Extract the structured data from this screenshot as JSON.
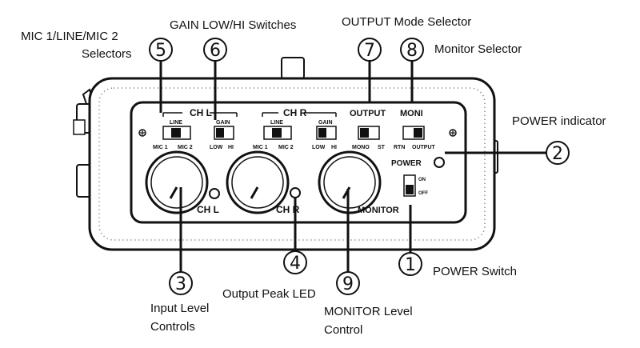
{
  "callouts": {
    "c1": {
      "number": "1",
      "label": "POWER Switch"
    },
    "c2": {
      "number": "2",
      "label": "POWER indicator"
    },
    "c3": {
      "number": "3",
      "label_line1": "Input Level",
      "label_line2": "Controls"
    },
    "c4": {
      "number": "4",
      "label": "Output Peak LED"
    },
    "c5": {
      "number": "5",
      "label_line1": "MIC 1/LINE/MIC 2",
      "label_line2": "Selectors"
    },
    "c6": {
      "number": "6",
      "label": "GAIN LOW/HI Switches"
    },
    "c7": {
      "number": "7",
      "label": "OUTPUT Mode Selector"
    },
    "c8": {
      "number": "8",
      "label": "Monitor Selector"
    },
    "c9": {
      "number": "9",
      "label_line1": "MONITOR Level",
      "label_line2": "Control"
    }
  },
  "panel": {
    "ch_l": "CH L",
    "ch_r": "CH R",
    "output": "OUTPUT",
    "moni": "MONI",
    "line": "LINE",
    "gain": "GAIN",
    "mic1": "MIC 1",
    "mic2": "MIC 2",
    "low": "LOW",
    "hi": "HI",
    "mono": "MONO",
    "st": "ST",
    "rtn": "RTN",
    "output_small": "OUTPUT",
    "power": "POWER",
    "on": "ON",
    "off": "OFF",
    "knob_ch_l": "CH L",
    "knob_ch_r": "CH R",
    "knob_monitor": "MONITOR"
  }
}
